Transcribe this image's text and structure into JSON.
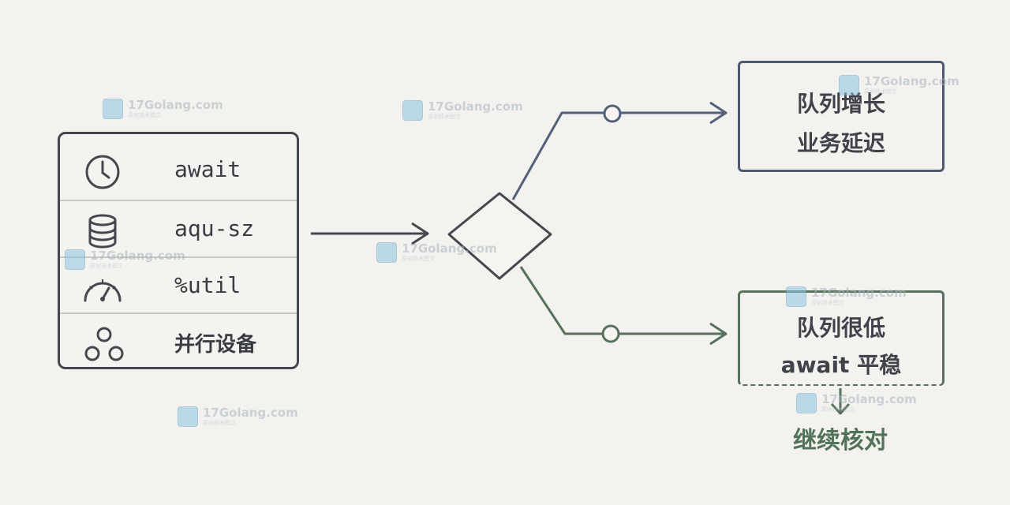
{
  "metrics": [
    {
      "icon": "clock-icon",
      "label": "await"
    },
    {
      "icon": "database-icon",
      "label": "aqu-sz"
    },
    {
      "icon": "gauge-icon",
      "label": "%util"
    },
    {
      "icon": "nodes-icon",
      "label": "并行设备"
    }
  ],
  "outcomes": {
    "high": {
      "line1": "队列增长",
      "line2": "业务延迟",
      "color": "#4e5a70"
    },
    "low": {
      "line1": "队列很低",
      "line2": "await 平稳",
      "color": "#57715c"
    }
  },
  "follow_up": "继续核对",
  "watermark": {
    "text": "17Golang.com",
    "subtext": "原创技术图文"
  },
  "colors": {
    "stroke": "#45474e",
    "blue": "#4e5a70",
    "green": "#57715c"
  }
}
